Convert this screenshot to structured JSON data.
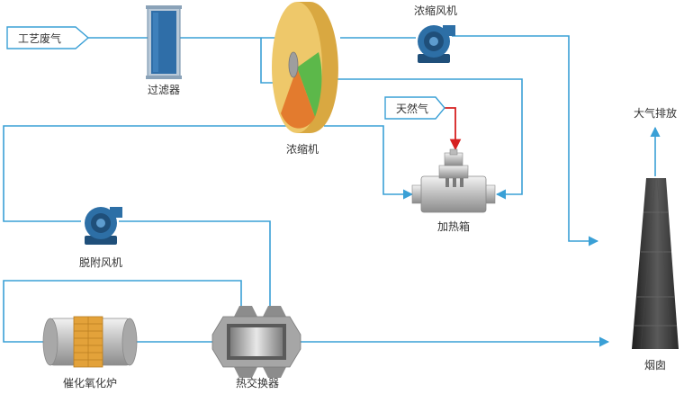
{
  "labels": {
    "process_gas": "工艺废气",
    "filter": "过滤器",
    "concentrator": "浓缩机",
    "conc_fan": "浓缩风机",
    "natural_gas": "天然气",
    "heating_box": "加热箱",
    "atmosphere": "大气排放",
    "desorb_fan": "脱附风机",
    "catalytic_furnace": "催化氧化炉",
    "heat_exchanger": "热交换器",
    "chimney": "烟囱"
  },
  "colors": {
    "flow_line": "#3aa0d6",
    "fuel_line": "#d62020",
    "wheel_yellow": "#eec86a",
    "wheel_green": "#5cb84a",
    "wheel_orange": "#e37b2e",
    "fan_blue": "#2d6fa6",
    "filter_blue": "#2f6ea8",
    "chimney_dark": "#3a3a3a"
  },
  "icons": {
    "fan": "centrifugal-fan-icon",
    "filter": "filter-icon",
    "wheel": "rotary-concentrator-icon",
    "burner": "heating-box-icon",
    "furnace": "catalytic-furnace-icon",
    "exchanger": "heat-exchanger-icon",
    "stack": "chimney-icon"
  }
}
